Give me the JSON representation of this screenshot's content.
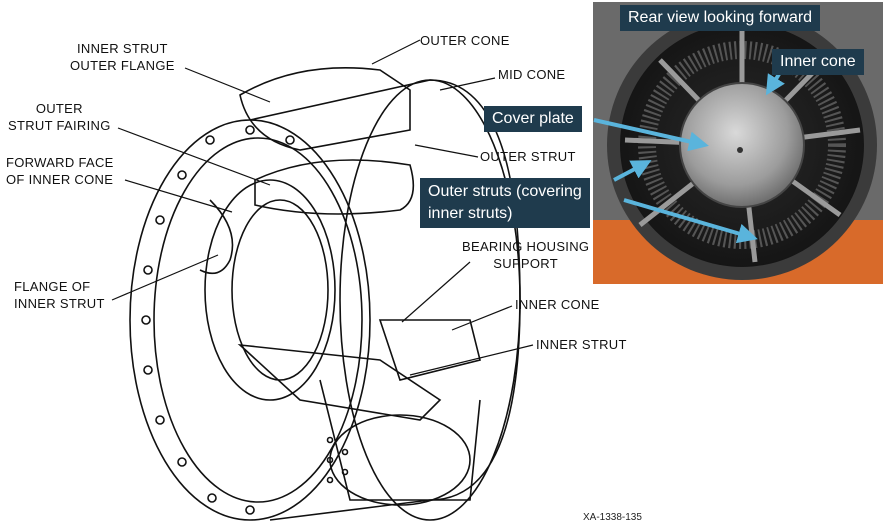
{
  "drawing": {
    "labels": {
      "inner_strut_outer_flange": [
        "INNER STRUT",
        "OUTER FLANGE"
      ],
      "outer_cone": "OUTER CONE",
      "mid_cone": "MID CONE",
      "outer_strut_fairing": [
        "OUTER",
        "STRUT FAIRING"
      ],
      "outer_strut": "OUTER STRUT",
      "forward_face_inner_cone": [
        "FORWARD FACE",
        "OF INNER CONE"
      ],
      "bearing_housing_support": [
        "BEARING HOUSING",
        "SUPPORT"
      ],
      "flange_of_inner_strut": [
        "FLANGE OF",
        "INNER STRUT"
      ],
      "inner_cone": "INNER CONE",
      "inner_strut": "INNER STRUT"
    },
    "figure_id": "XA-1338-135"
  },
  "photo": {
    "title": "Rear view looking forward",
    "inner_cone": "Inner cone",
    "cover_plate": "Cover plate",
    "outer_struts": [
      "Outer struts (covering",
      "inner struts)"
    ]
  },
  "colors": {
    "callout_bg": "#1f3b4d",
    "arrow": "#5ab4dc",
    "line_art": "#111111"
  }
}
